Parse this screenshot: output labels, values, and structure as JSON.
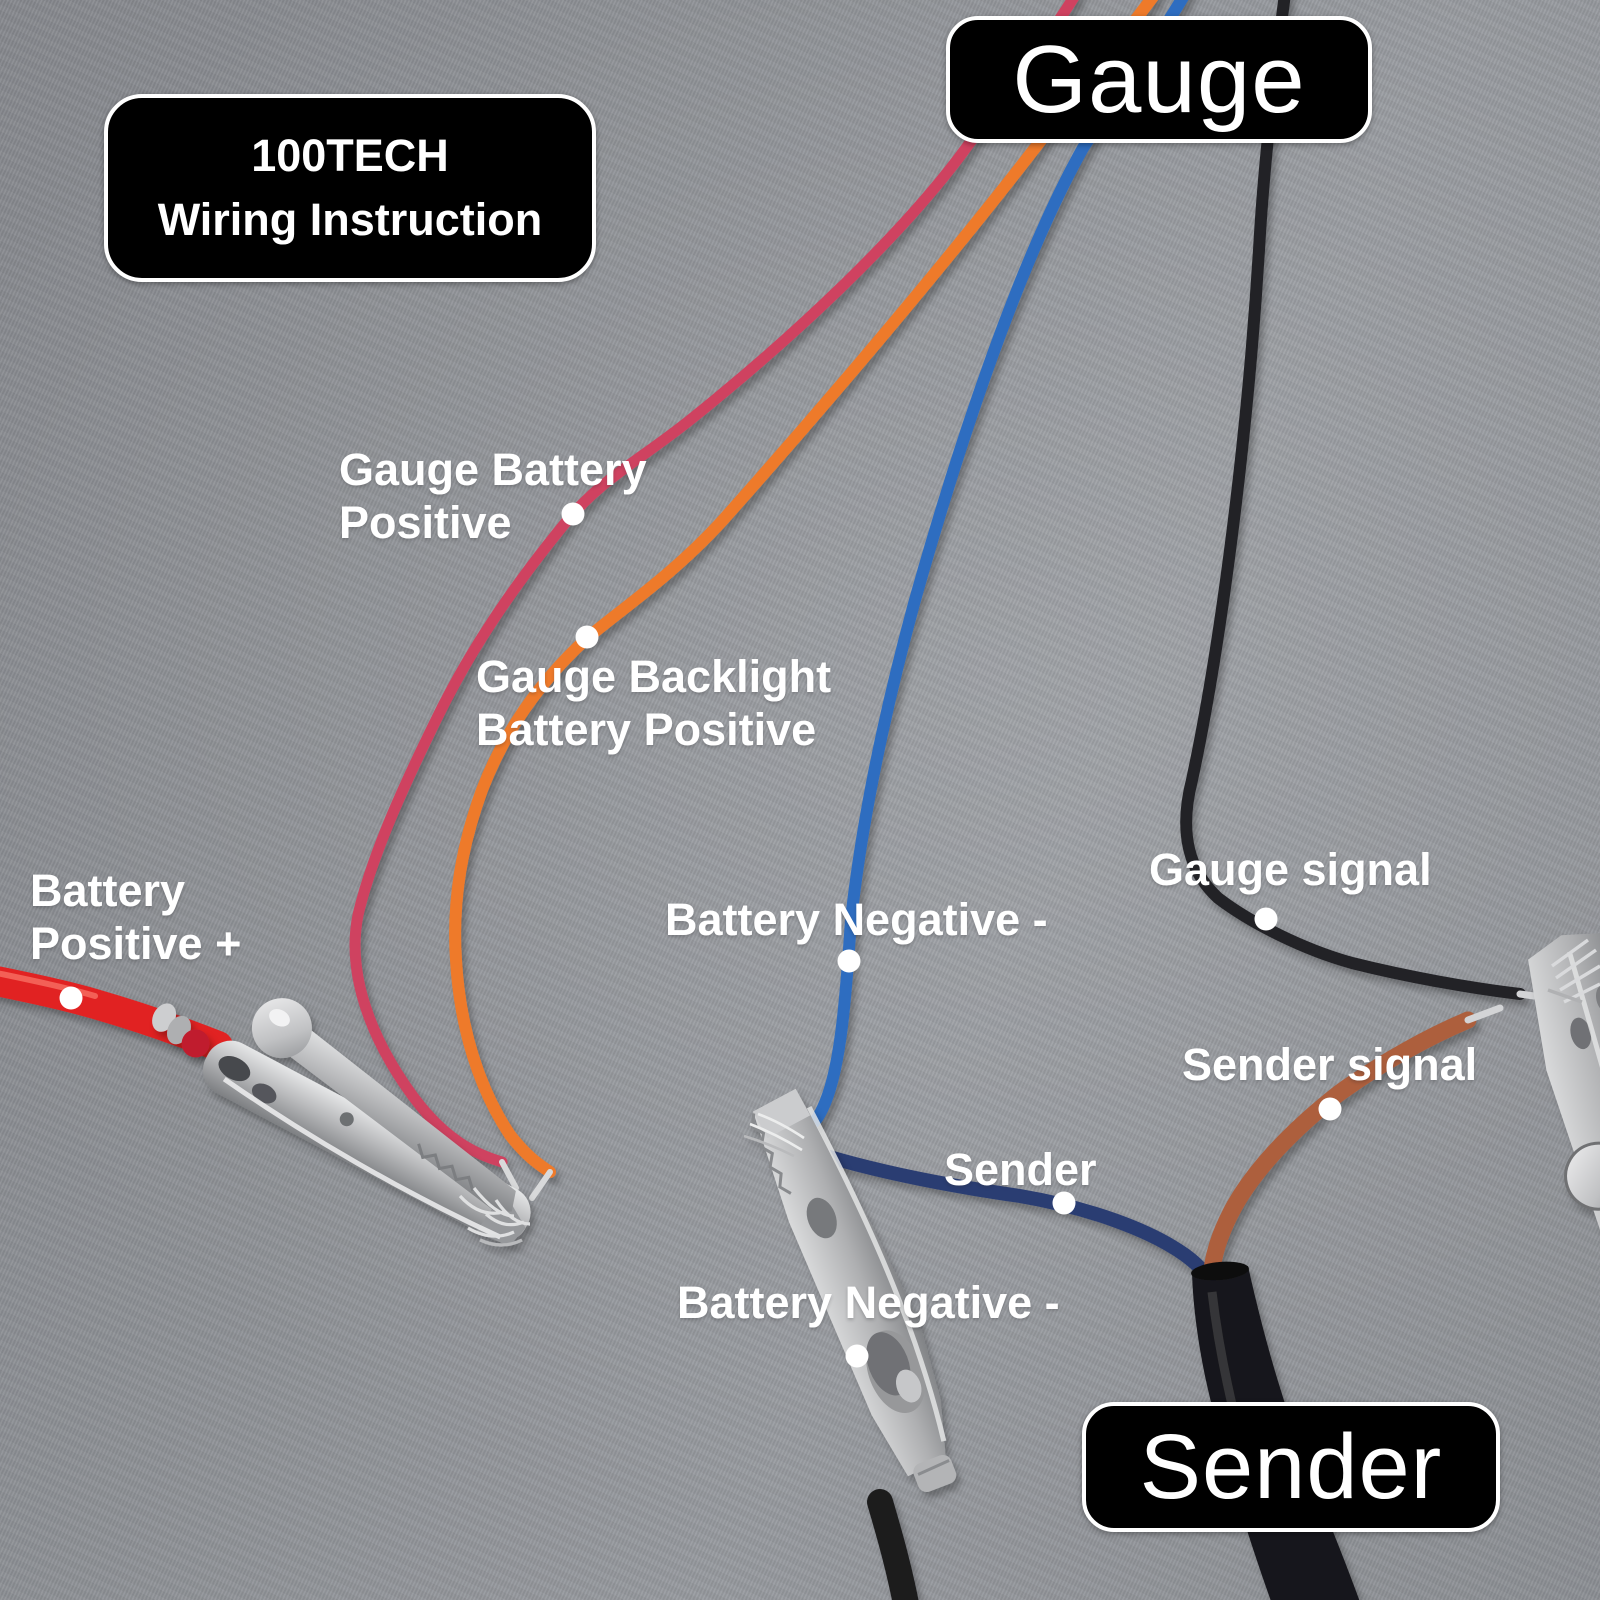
{
  "title_box": {
    "line1": "100TECH",
    "line2": "Wiring Instruction"
  },
  "gauge_box": {
    "label": "Gauge"
  },
  "sender_box": {
    "label": "Sender"
  },
  "wire_labels": {
    "gauge_battery_positive": {
      "line1": "Gauge Battery",
      "line2": "Positive"
    },
    "gauge_backlight": {
      "line1": "Gauge Backlight",
      "line2": "Battery Positive"
    },
    "battery_positive": {
      "line1": "Battery",
      "line2": "Positive +"
    },
    "battery_negative_gauge": {
      "text": "Battery Negative -"
    },
    "gauge_signal": {
      "text": "Gauge signal"
    },
    "sender_signal": {
      "text": "Sender signal"
    },
    "sender_wire": {
      "text": "Sender"
    },
    "battery_negative_sender": {
      "text": "Battery Negative -"
    }
  },
  "colors": {
    "background": "#8f9297",
    "wire_gauge_battery_positive": "#cf4260",
    "wire_gauge_backlight": "#ee7a2a",
    "wire_battery_negative": "#2f6dc0",
    "wire_gauge_signal": "#242428",
    "wire_sender_negative": "#2b3d72",
    "wire_sender_signal": "#ad5f3e",
    "wire_battery_positive": "#e12222",
    "sender_cable_sheath": "#19191b",
    "negative_clip_lead": "#1c1c1e",
    "clip_metal": "#b8b9bb",
    "marker_dot": "#ffffff",
    "badge_background": "#000000",
    "badge_border": "#ffffff",
    "label_text": "#ffffff"
  }
}
